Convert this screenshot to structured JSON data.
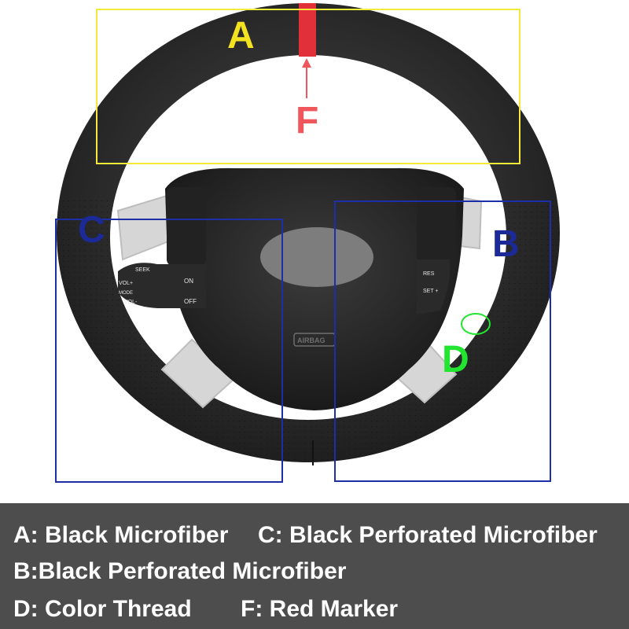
{
  "markers": {
    "a": "A",
    "b": "B",
    "c": "C",
    "d": "D",
    "f": "F"
  },
  "controls": {
    "seek": "SEEK",
    "vol_plus": "VOL+",
    "mode": "MODE",
    "vol_minus": "VOL-",
    "on": "ON",
    "off": "OFF",
    "res": "RES",
    "set_plus": "SET +",
    "airbag": "AIRBAG"
  },
  "legend": {
    "a": "A: Black Microfiber",
    "c": "C: Black Perforated Microfiber",
    "b": "B:Black Perforated Microfiber",
    "d": "D: Color Thread",
    "f": "F: Red Marker"
  },
  "colors": {
    "zone_a": "#f4ea3a",
    "zone_bc": "#1d2fa6",
    "thread_d": "#22e52f",
    "marker_f": "#f0575c",
    "caption_bg": "#4d4d4d"
  }
}
